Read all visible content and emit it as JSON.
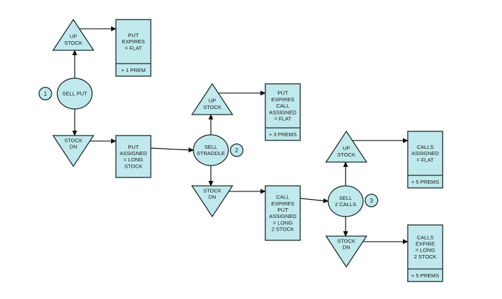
{
  "colors": {
    "fill": "#bfe9ec",
    "stroke": "#1e2a2a",
    "arrow": "#111111",
    "background": "#ffffff"
  },
  "nodes": [
    {
      "id": "sell-put",
      "shape": "ellipse",
      "lines": [
        "SELL PUT"
      ]
    },
    {
      "id": "step-1",
      "shape": "circle",
      "lines": [
        "1"
      ]
    },
    {
      "id": "up-stock-1",
      "shape": "triangle-up",
      "lines": [
        "UP",
        "STOCK"
      ]
    },
    {
      "id": "stock-dn-1",
      "shape": "triangle-down",
      "lines": [
        "STOCK",
        "DN"
      ]
    },
    {
      "id": "put-expires-flat",
      "shape": "box",
      "lines": [
        "PUT",
        "EXPIRES",
        "= FLAT"
      ],
      "footer": "+ 1 PREM"
    },
    {
      "id": "put-assigned-long",
      "shape": "box-plain",
      "lines": [
        "PUT",
        "ASSIGNED",
        "= LONG",
        "STOCK"
      ]
    },
    {
      "id": "sell-straddle",
      "shape": "ellipse",
      "lines": [
        "SELL",
        "STRADDLE"
      ]
    },
    {
      "id": "step-2",
      "shape": "circle",
      "lines": [
        "2"
      ]
    },
    {
      "id": "up-stock-2",
      "shape": "triangle-up",
      "lines": [
        "UP",
        "STOCK"
      ]
    },
    {
      "id": "stock-dn-2",
      "shape": "triangle-down",
      "lines": [
        "STOCK",
        "DN"
      ]
    },
    {
      "id": "put-expires-call-assigned",
      "shape": "box",
      "lines": [
        "PUT",
        "EXPIRES",
        "CALL",
        "ASSIGNED",
        "= FLAT"
      ],
      "footer": "+ 3 PREMS"
    },
    {
      "id": "call-expires-put-assigned",
      "shape": "box-plain",
      "lines": [
        "CALL",
        "EXPIRES",
        "PUT",
        "ASSIGNED",
        "= LONG",
        "2 STOCK"
      ]
    },
    {
      "id": "sell-2-calls",
      "shape": "ellipse",
      "lines": [
        "SELL",
        "2 CALLS"
      ]
    },
    {
      "id": "step-3",
      "shape": "circle",
      "lines": [
        "3"
      ]
    },
    {
      "id": "up-stock-3",
      "shape": "triangle-up",
      "lines": [
        "UP",
        "STOCK"
      ]
    },
    {
      "id": "stock-dn-3",
      "shape": "triangle-down",
      "lines": [
        "STOCK",
        "DN"
      ]
    },
    {
      "id": "calls-assigned-flat",
      "shape": "box",
      "lines": [
        "CALLS",
        "ASSIGNED",
        "= FLAT"
      ],
      "footer": "+ 5 PREMS"
    },
    {
      "id": "calls-expire-long",
      "shape": "box",
      "lines": [
        "CALLS",
        "EXPIRE",
        "= LONG",
        "2 STOCK"
      ],
      "footer": "+ 5 PREMS"
    }
  ],
  "edges": [
    [
      "sell-put",
      "up-stock-1"
    ],
    [
      "sell-put",
      "stock-dn-1"
    ],
    [
      "up-stock-1",
      "put-expires-flat"
    ],
    [
      "stock-dn-1",
      "put-assigned-long"
    ],
    [
      "put-assigned-long",
      "sell-straddle"
    ],
    [
      "sell-straddle",
      "up-stock-2"
    ],
    [
      "sell-straddle",
      "stock-dn-2"
    ],
    [
      "up-stock-2",
      "put-expires-call-assigned"
    ],
    [
      "stock-dn-2",
      "call-expires-put-assigned"
    ],
    [
      "call-expires-put-assigned",
      "sell-2-calls"
    ],
    [
      "sell-2-calls",
      "up-stock-3"
    ],
    [
      "sell-2-calls",
      "stock-dn-3"
    ],
    [
      "up-stock-3",
      "calls-assigned-flat"
    ],
    [
      "stock-dn-3",
      "calls-expire-long"
    ]
  ]
}
